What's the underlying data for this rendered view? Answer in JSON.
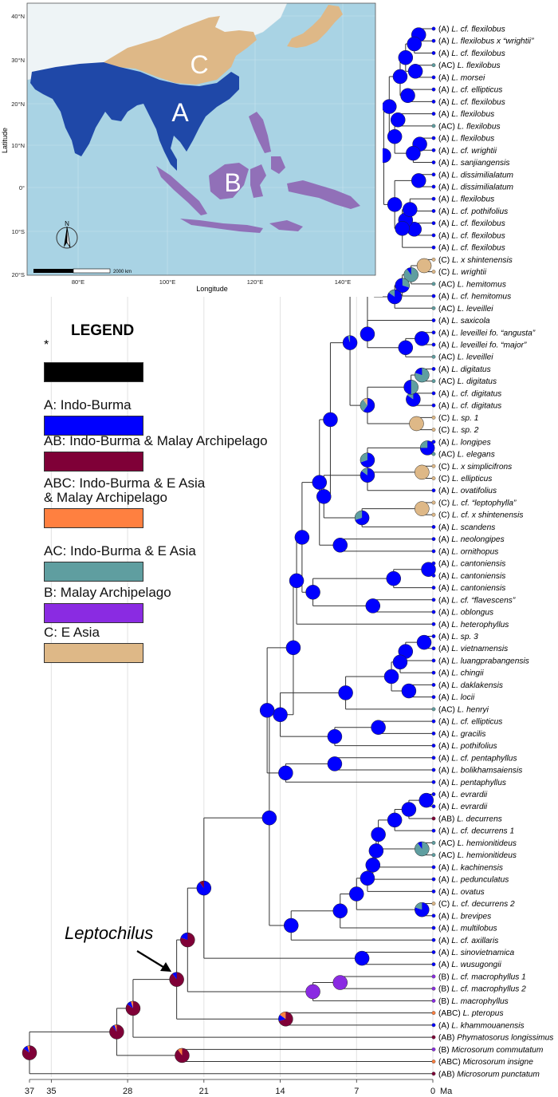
{
  "map": {
    "lat_ticks": [
      "40°N",
      "30°N",
      "20°N",
      "10°N",
      "0°",
      "10°S",
      "20°S"
    ],
    "lon_ticks": [
      "80°E",
      "100°E",
      "120°E",
      "140°E"
    ],
    "x_label": "Longitude",
    "y_label": "Latitude",
    "region_labels": [
      "C",
      "A",
      "B"
    ],
    "north_label": "N",
    "scale_label": "2000 km"
  },
  "legend": {
    "title": "LEGEND",
    "star": "*",
    "items": [
      {
        "label": "",
        "color": "#000000"
      },
      {
        "label": "A: Indo-Burma",
        "color": "#0000ff"
      },
      {
        "label": "AB: Indo-Burma & Malay Archipelago",
        "color": "#7f0037"
      },
      {
        "label": "ABC: Indo-Burma & E Asia",
        "label2": "& Malay Archipelago",
        "color": "#ff8040"
      },
      {
        "label": "AC: Indo-Burma & E Asia",
        "color": "#5f9ea0"
      },
      {
        "label": "B: Malay Archipelago",
        "color": "#8a2be2"
      },
      {
        "label": "C: E Asia",
        "color": "#deb887"
      }
    ]
  },
  "annotation": "Leptochilus",
  "time_axis": {
    "ticks": [
      "37",
      "35",
      "28",
      "21",
      "14",
      "7",
      "0"
    ],
    "unit": "Ma"
  },
  "taxa": [
    {
      "area": "(A)",
      "name": "L. cf. flexilobus"
    },
    {
      "area": "(A)",
      "name": "L. flexilobus x “wrightii”"
    },
    {
      "area": "(A)",
      "name": "L. cf. flexilobus"
    },
    {
      "area": "(AC)",
      "name": "L. flexilobus"
    },
    {
      "area": "(A)",
      "name": "L. morsei"
    },
    {
      "area": "(A)",
      "name": "L. cf. ellipticus"
    },
    {
      "area": "(A)",
      "name": "L. cf. flexilobus"
    },
    {
      "area": "(A)",
      "name": "L. flexilobus"
    },
    {
      "area": "(AC)",
      "name": "L. flexilobus"
    },
    {
      "area": "(A)",
      "name": "L. flexilobus"
    },
    {
      "area": "(A)",
      "name": "L. cf. wrightii"
    },
    {
      "area": "(A)",
      "name": "L. sanjiangensis"
    },
    {
      "area": "(A)",
      "name": "L. dissimilialatum"
    },
    {
      "area": "(A)",
      "name": "L. dissimilialatum"
    },
    {
      "area": "(A)",
      "name": "L. flexilobus"
    },
    {
      "area": "(A)",
      "name": "L. cf. pothifolius"
    },
    {
      "area": "(A)",
      "name": "L. cf. flexilobus"
    },
    {
      "area": "(A)",
      "name": "L. cf. flexilobus"
    },
    {
      "area": "(A)",
      "name": "L. cf. flexilobus"
    },
    {
      "area": "(C)",
      "name": "L. x shintenensis"
    },
    {
      "area": "(C)",
      "name": "L. wrightii"
    },
    {
      "area": "(AC)",
      "name": "L. hemitomus"
    },
    {
      "area": "(A)",
      "name": "L. cf. hemitomus"
    },
    {
      "area": "(AC)",
      "name": "L. leveillei"
    },
    {
      "area": "(A)",
      "name": "L. saxicola"
    },
    {
      "area": "(A)",
      "name": "L. leveillei fo. “angusta”"
    },
    {
      "area": "(A)",
      "name": "L. leveillei fo. “major”"
    },
    {
      "area": "(AC)",
      "name": "L. leveillei"
    },
    {
      "area": "(A)",
      "name": "L. digitatus"
    },
    {
      "area": "(AC)",
      "name": "L. digitatus"
    },
    {
      "area": "(A)",
      "name": "L. cf. digitatus"
    },
    {
      "area": "(A)",
      "name": "L. cf. digitatus"
    },
    {
      "area": "(C)",
      "name": "L. sp. 1"
    },
    {
      "area": "(C)",
      "name": "L. sp. 2"
    },
    {
      "area": "(A)",
      "name": "L. longipes"
    },
    {
      "area": "(AC)",
      "name": "L. elegans"
    },
    {
      "area": "(C)",
      "name": "L. x simplicifrons"
    },
    {
      "area": "(C)",
      "name": "L. ellipticus"
    },
    {
      "area": "(A)",
      "name": "L. ovatifolius"
    },
    {
      "area": "(C)",
      "name": "L. cf. “leptophylla”"
    },
    {
      "area": "(C)",
      "name": "L. cf. x shintenensis"
    },
    {
      "area": "(A)",
      "name": "L. scandens"
    },
    {
      "area": "(A)",
      "name": "L. neolongipes"
    },
    {
      "area": "(A)",
      "name": "L. ornithopus"
    },
    {
      "area": "(A)",
      "name": "L. cantoniensis"
    },
    {
      "area": "(A)",
      "name": "L. cantoniensis"
    },
    {
      "area": "(A)",
      "name": "L. cantoniensis"
    },
    {
      "area": "(A)",
      "name": "L. cf. “flavescens”"
    },
    {
      "area": "(A)",
      "name": "L. oblongus"
    },
    {
      "area": "(A)",
      "name": "L. heterophyllus"
    },
    {
      "area": "(A)",
      "name": "L. sp. 3"
    },
    {
      "area": "(A)",
      "name": "L. vietnamensis"
    },
    {
      "area": "(A)",
      "name": "L. luangprabangensis"
    },
    {
      "area": "(A)",
      "name": "L. chingii"
    },
    {
      "area": "(A)",
      "name": "L. daklakensis"
    },
    {
      "area": "(A)",
      "name": "L. locii"
    },
    {
      "area": "(AC)",
      "name": "L. henryi"
    },
    {
      "area": "(A)",
      "name": "L. cf. ellipticus"
    },
    {
      "area": "(A)",
      "name": "L. gracilis"
    },
    {
      "area": "(A)",
      "name": "L. pothifolius"
    },
    {
      "area": "(A)",
      "name": "L. cf. pentaphyllus"
    },
    {
      "area": "(A)",
      "name": "L. bolikhamsaiensis"
    },
    {
      "area": "(A)",
      "name": "L. pentaphyllus"
    },
    {
      "area": "(A)",
      "name": "L. evrardii"
    },
    {
      "area": "(A)",
      "name": "L. evrardii"
    },
    {
      "area": "(AB)",
      "name": "L. decurrens"
    },
    {
      "area": "(A)",
      "name": "L. cf. decurrens 1"
    },
    {
      "area": "(AC)",
      "name": "L. hemionitideus"
    },
    {
      "area": "(AC)",
      "name": "L. hemionitideus"
    },
    {
      "area": "(A)",
      "name": "L. kachinensis"
    },
    {
      "area": "(A)",
      "name": "L. pedunculatus"
    },
    {
      "area": "(A)",
      "name": "L. ovatus"
    },
    {
      "area": "(C)",
      "name": "L. cf. decurrens 2"
    },
    {
      "area": "(A)",
      "name": "L. brevipes"
    },
    {
      "area": "(A)",
      "name": "L. multilobus"
    },
    {
      "area": "(A)",
      "name": "L. cf. axillaris"
    },
    {
      "area": "(A)",
      "name": "L. sinovietnamica"
    },
    {
      "area": "(A)",
      "name": "L. wusugongii"
    },
    {
      "area": "(B)",
      "name": "L. cf. macrophyllus 1"
    },
    {
      "area": "(B)",
      "name": "L. cf. macrophyllus 2"
    },
    {
      "area": "(B)",
      "name": "L. macrophyllus"
    },
    {
      "area": "(ABC)",
      "name": "L. pteropus"
    },
    {
      "area": "(A)",
      "name": "L. khammouanensis"
    },
    {
      "area": "(AB)",
      "name": "Phymatosorus longissimus"
    },
    {
      "area": "(B)",
      "name": "Microsorum commutatum"
    },
    {
      "area": "(ABC)",
      "name": "Microsorum insigne"
    },
    {
      "area": "(AB)",
      "name": "Microsorum punctatum"
    }
  ]
}
